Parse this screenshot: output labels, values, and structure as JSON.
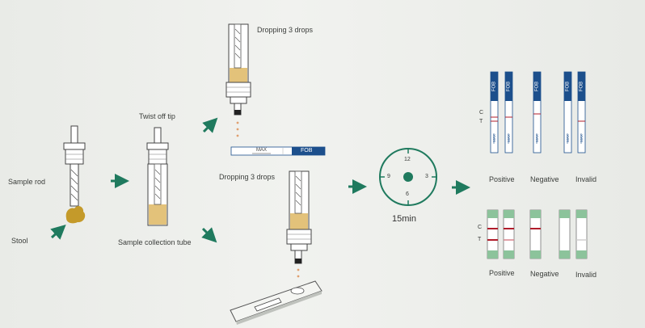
{
  "labels": {
    "sample_rod": "Sample rod",
    "stool": "Stool",
    "twist_off_tip": "Twist off tip",
    "sample_collection_tube": "Sample collection tube",
    "dropping_top": "Dropping 3 drops",
    "dropping_bottom": "Dropping 3 drops",
    "timer": "15min",
    "dipstick_brand": "FOB",
    "dipstick_max": "MAX"
  },
  "clock": {
    "n12": "12",
    "n9": "9",
    "n3": "3",
    "n6": "6"
  },
  "results": {
    "c_label": "C",
    "t_label": "T",
    "upper": {
      "positive": "Positive",
      "negative": "Negative",
      "invalid": "Invalid"
    },
    "lower": {
      "positive": "Positive",
      "negative": "Negative",
      "invalid": "Invalid"
    }
  },
  "colors": {
    "arrow": "#1f7a5e",
    "strip_blue": "#1c4f8c",
    "cassette_green": "#8cc39b",
    "line_red": "#b01c2a",
    "stool": "#c49a2a",
    "liquid": "#e3c27a",
    "timer": "#1f7a5e"
  }
}
